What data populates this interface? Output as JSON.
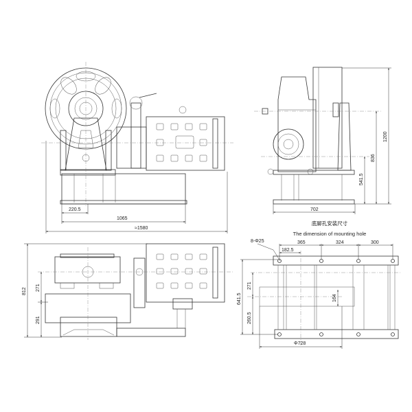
{
  "front_view": {
    "dims": {
      "d1": "220.5",
      "d2": "1065",
      "d3": "≈1580"
    }
  },
  "side_view": {
    "dims": {
      "width": "702",
      "h1": "1200",
      "h2": "836",
      "h3": "541.5"
    }
  },
  "mounting": {
    "title_cn": "底脚孔安装尺寸",
    "title_en": "The dimension of mounting hole",
    "dims": {
      "holes": "8-Φ25",
      "a": "365",
      "b": "324",
      "c": "300",
      "half": "182.5",
      "total": "641.5",
      "upper": "271",
      "lower": "260.5",
      "mid": "164",
      "dia": "Φ728"
    }
  },
  "top_view": {
    "dims": {
      "total": "812",
      "upper": "271",
      "lower": "291"
    }
  }
}
